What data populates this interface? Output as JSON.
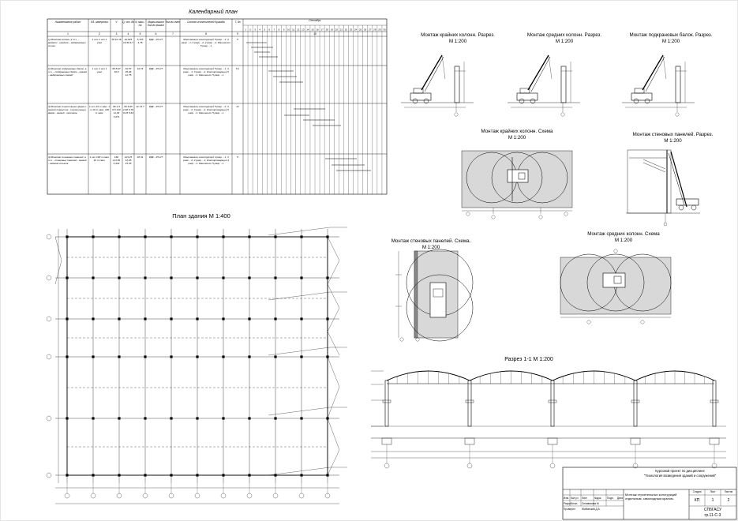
{
  "schedule": {
    "title": "Календарный план",
    "headers": [
      "Наименование работ",
      "Ед. измерения",
      "V",
      "Q, чел.-дн",
      "N, маш.-см",
      "Марка машин Кол-во машин",
      "Кол-во смен",
      "Состав исполнителей бригады",
      "Т, дн",
      "Сентябрь"
    ],
    "header_numbers": [
      "1",
      "2",
      "3",
      "4",
      "5",
      "6",
      "7",
      "8",
      "9",
      "10"
    ],
    "rows": [
      {
        "name": "1) Монтаж колонн, в т.ч. - крайних - средних - надкрановых стоек",
        "units": "1 шт 1 шт 1 узел",
        "v": "36 42 16",
        "q": "20,825 10,56 4,7",
        "n": "5,725 4,76",
        "machine": "РДК - 25 2/7",
        "crew": "Монтажники конструкций 5 разр. - 1; 4 разр. - 1; 3 разр. - 2; 2 разр. - 2; Машинист 5 разр. - 1",
        "t": "5"
      },
      {
        "name": "2) Монтаж подкрановых балок, в т.ч. - подкрановых балок - связей - надкрановых связей",
        "units": "1 шт 1 шт 1 узел",
        "v": "65 8,67 16,8",
        "q": "32,87 20,06 12,75",
        "n": "10,74",
        "machine": "РДК - 25 2/7",
        "crew": "Монтажники конструкций 5 разр. - 1; 4 разр. - 1; 3 разр. - 2; Электросварщик 5 разр. - 1; Машинист 5 разр. - 1",
        "t": "5,1"
      },
      {
        "name": "3) Монтаж стропильных ферм и связей покрытия - стропильных ферм - связей - прогонов",
        "units": "1 шт 10 т связ. 1 т 10 т связ. 100 т связ.",
        "v": "66 1,5 6,5 120 11,36 3,071",
        "q": "60 6,65 2,68 8,76 9,03 5,64",
        "n": "12 13,7",
        "machine": "РДК - 25 2/7",
        "crew": "Монтажники конструкций 5 разр. - 2; 4 разр. - 2; 3 разр. - 2; Электросварщик 5 разр. - 1; Машинист 5 разр. - 1",
        "t": "12"
      },
      {
        "name": "4) Монтаж стеновых панелей, в т.ч. - стеновых панелей - связей - заделка стыков",
        "units": "1 шт 100 т связ. 10 т связ.",
        "v": "166 113,56 0,432",
        "q": "101,25 12,05 15,35",
        "n": "28,31",
        "machine": "РДК - 25 2/7",
        "crew": "Монтажники конструкций 4 разр. - 1; 3 разр. - 2; 2 разр. - 1; Электросварщик 4 разр. - 1; Машинист 5 разр. - 1",
        "t": "5"
      }
    ],
    "days": [
      "1",
      "2",
      "3",
      "4",
      "5",
      "6",
      "7",
      "8",
      "9",
      "10",
      "11",
      "12",
      "13",
      "14",
      "15",
      "16",
      "17",
      "18",
      "19",
      "20",
      "21",
      "22",
      "23",
      "24",
      "25",
      "26",
      "27",
      "28",
      "29",
      "30"
    ]
  },
  "views": {
    "v1": "Монтаж крайних колонн. Разрез.",
    "v1s": "М 1:200",
    "v2": "Монтаж средних колонн. Разрез.",
    "v2s": "М 1:200",
    "v3": "Монтаж подкрановых балок. Разрез.",
    "v3s": "М 1:200",
    "v4": "Монтаж крайних колонн. Схема",
    "v4s": "М 1:200",
    "v5": "Монтаж стеновых панелей. Разрез.",
    "v5s": "М 1:200",
    "v6": "Монтаж стеновых панелей. Схема.",
    "v6s": "М 1:200",
    "v7": "Монтаж средних колонн. Схема",
    "v7s": "М 1:200",
    "plan": "План здания  М 1:400",
    "section": "Разрез 1-1 М 1:200"
  },
  "stamp": {
    "project_line1": "Курсовой проект по дисциплине",
    "project_line2": "\"Технология возведения зданий и сооружений\"",
    "roles": [
      "Изм.",
      "Кол.уч",
      "Лист",
      "№док.",
      "Подп.",
      "Дата"
    ],
    "developer_role": "Разработал",
    "developer_name": "Селиванова М.",
    "checker_role": "Проверил",
    "checker_name": "Жабинский Д.А.",
    "description": "Монтаж строительных конструкций отдельным, самоходным краном.",
    "stage_label": "Стадия",
    "sheet_label": "Лист",
    "sheets_label": "Листов",
    "stage": "КП",
    "sheet": "1",
    "sheets": "2",
    "org": "СПбГАСУ",
    "group": "гр.11-С-3"
  }
}
